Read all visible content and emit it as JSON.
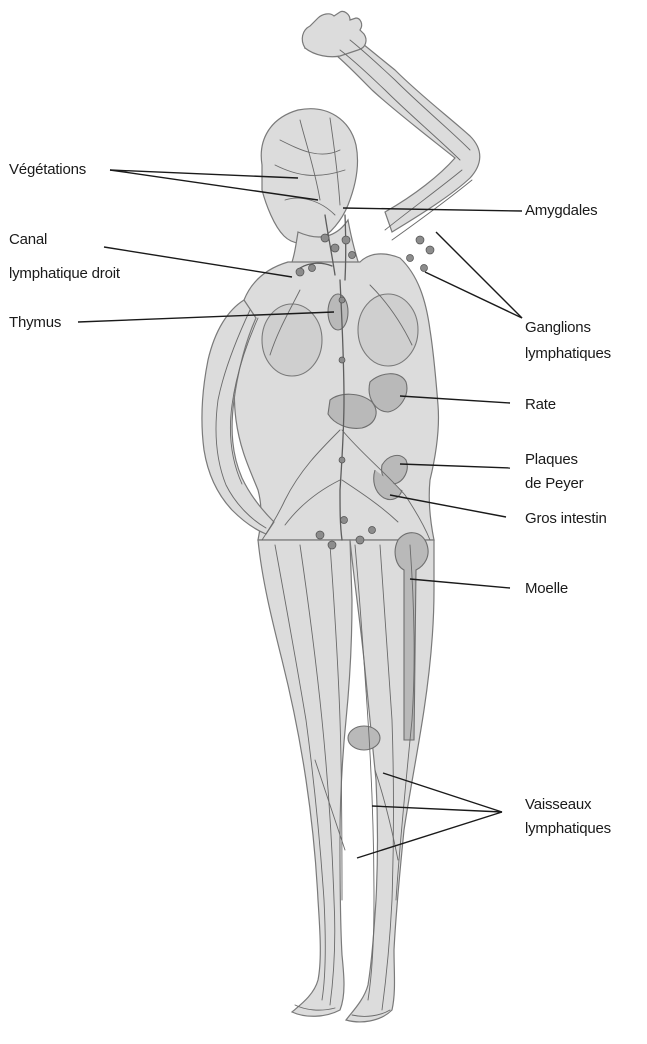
{
  "labels": {
    "vegetations": "Végétations",
    "canal_line1": "Canal",
    "canal_line2": "lymphatique droit",
    "thymus": "Thymus",
    "amygdales": "Amygdales",
    "ganglions_line1": "Ganglions",
    "ganglions_line2": "lymphatiques",
    "rate": "Rate",
    "plaques_line1": "Plaques",
    "plaques_line2": "de Peyer",
    "gros_intestin": "Gros intestin",
    "moelle": "Moelle",
    "vaisseaux_line1": "Vaisseaux",
    "vaisseaux_line2": "lymphatiques"
  },
  "colors": {
    "skin": "#dcdcdc",
    "organ": "#b9b9b9",
    "vessel": "#5d5d5d",
    "text": "#1a1a1a"
  }
}
